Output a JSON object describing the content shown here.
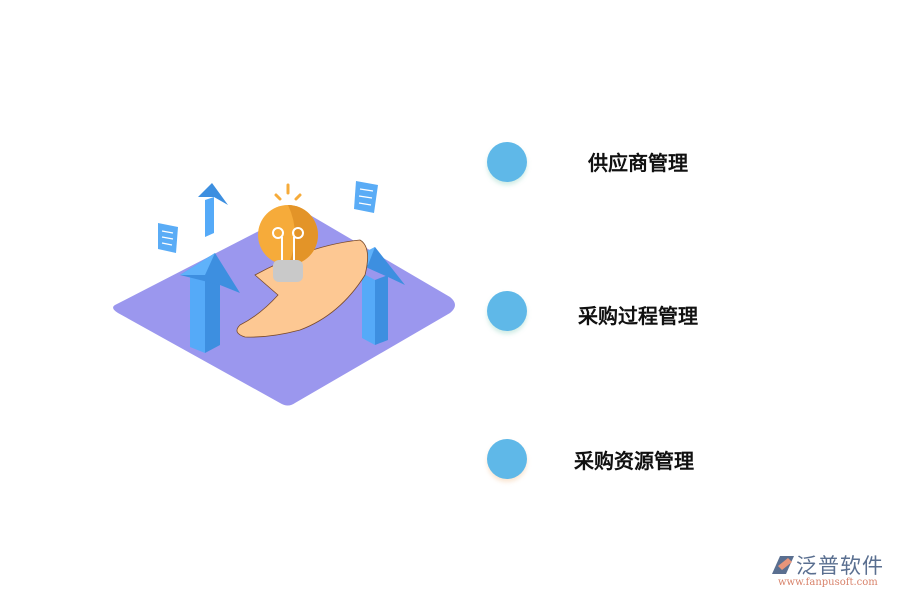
{
  "items": [
    {
      "label": "供应商管理"
    },
    {
      "label": "采购过程管理"
    },
    {
      "label": "采购资源管理"
    }
  ],
  "colors": {
    "dot": "#5fb8e8",
    "platform": "#9b97ee",
    "arrow": "#4da8f6",
    "bulb": "#f4a93a"
  },
  "logo": {
    "name": "泛普软件",
    "url": "www.fanpusoft.com"
  }
}
